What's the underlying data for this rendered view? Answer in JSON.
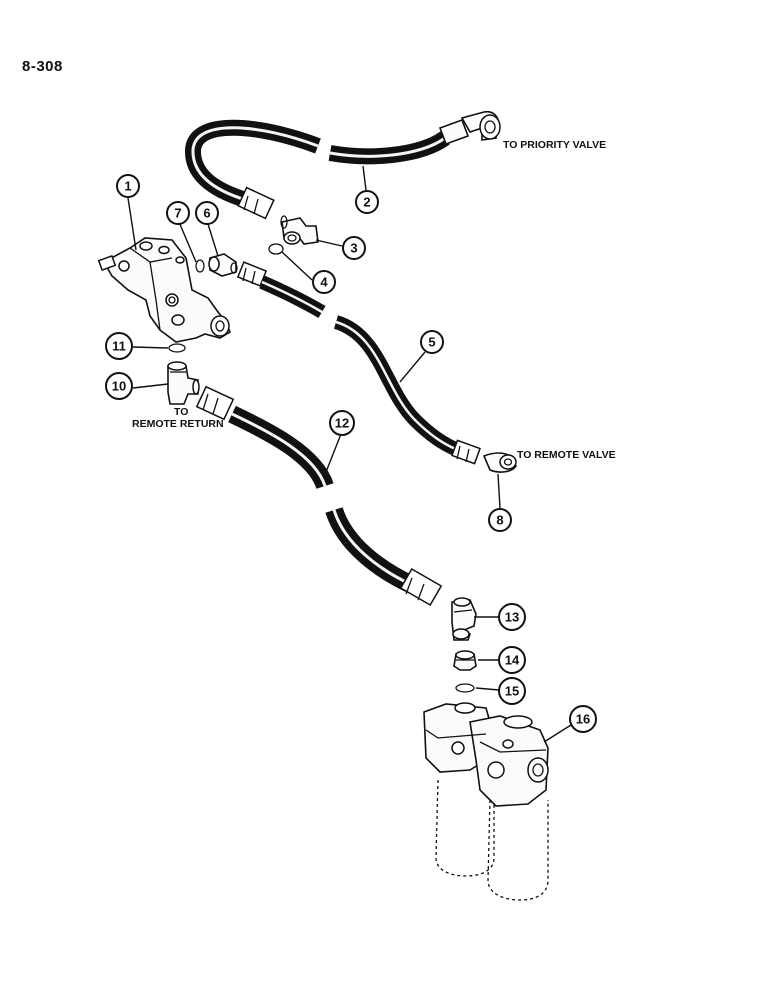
{
  "page": {
    "number": "8-308"
  },
  "labels": {
    "priority_valve": "TO PRIORITY VALVE",
    "remote_valve": "TO REMOTE VALVE",
    "remote_return_line1": "TO",
    "remote_return_line2": "REMOTE RETURN"
  },
  "callouts": [
    "1",
    "2",
    "3",
    "4",
    "5",
    "6",
    "7",
    "8",
    "10",
    "11",
    "12",
    "13",
    "14",
    "15",
    "16"
  ]
}
